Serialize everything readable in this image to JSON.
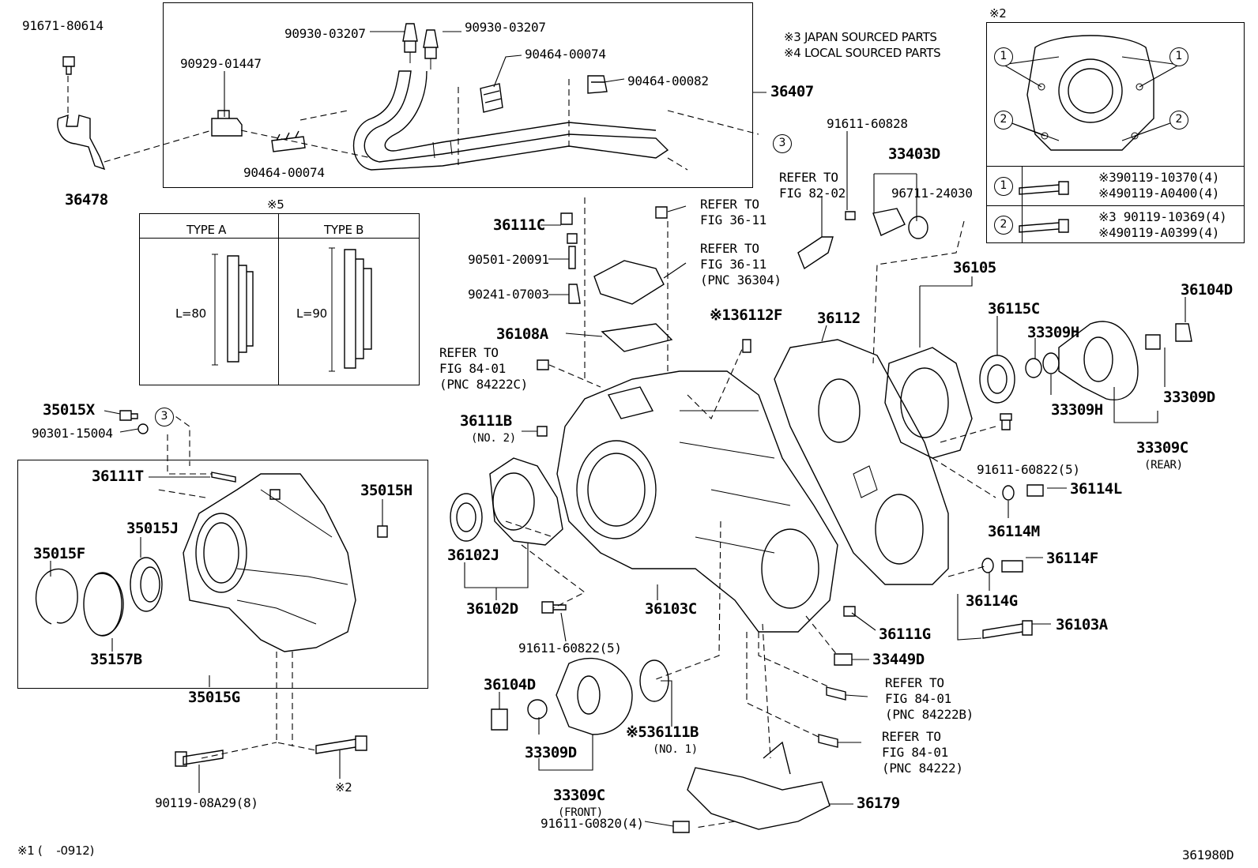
{
  "diagram_id": "361980D",
  "footnote": "※1 (    -0912)",
  "notes": {
    "japan": "※3 JAPAN SOURCED PARTS",
    "local": "※4 LOCAL SOURCED PARTS",
    "type_mark": "※5",
    "inset_mark": "※2"
  },
  "type_table": {
    "type_a": "TYPE A",
    "type_b": "TYPE B",
    "len_a": "L=80",
    "len_b": "L=90"
  },
  "bolt_table": {
    "row1_no": "1",
    "row1_a": "※390119-10370(4)",
    "row1_b": "※490119-A0400(4)",
    "row2_no": "2",
    "row2_a": "※3 90119-10369(4)",
    "row2_b": "※490119-A0399(4)"
  },
  "callouts": {
    "c1": "1",
    "c2": "2",
    "c3": "3"
  },
  "labels": {
    "p91671_80614": "91671-80614",
    "p36478": "36478",
    "p90930_03207a": "90930-03207",
    "p90930_03207b": "90930-03207",
    "p90929_01447": "90929-01447",
    "p90464_00074a": "90464-00074",
    "p90464_00074b": "90464-00074",
    "p90464_00082": "90464-00082",
    "p36407": "36407",
    "p91611_60828": "91611-60828",
    "p33403D": "33403D",
    "p96711_24030": "96711-24030",
    "refer82_1": "REFER TO",
    "refer82_2": "FIG 82-02",
    "p36111C": "36111C",
    "refer3611a_1": "REFER TO",
    "refer3611a_2": "FIG 36-11",
    "refer3611b_1": "REFER TO",
    "refer3611b_2": "FIG 36-11",
    "refer3611b_3": "(PNC 36304)",
    "p90501_20091": "90501-20091",
    "p90241_07003": "90241-07003",
    "p36108A": "36108A",
    "p36112F": "※136112F",
    "p36112": "36112",
    "p36105": "36105",
    "p36115C": "36115C",
    "p36104D_r": "36104D",
    "p33309H_a": "33309H",
    "p33309H_b": "33309H",
    "p33309D_r": "33309D",
    "p33309C_r": "33309C",
    "rear": "(REAR)",
    "refer84c_1": "REFER TO",
    "refer84c_2": "FIG 84-01",
    "refer84c_3": "(PNC 84222C)",
    "p35015X": "35015X",
    "p90301_15004": "90301-15004",
    "p36111B_no2": "36111B",
    "no2": "(NO. 2)",
    "p91611_60822_r": "91611-60822(5)",
    "p36114L": "36114L",
    "p36114M": "36114M",
    "p36111T": "36111T",
    "p35015H": "35015H",
    "p35015J": "35015J",
    "p35015F": "35015F",
    "p35157B": "35157B",
    "p35015G": "35015G",
    "p36102J": "36102J",
    "p36102D": "36102D",
    "p36103C": "36103C",
    "p36114F": "36114F",
    "p36114G": "36114G",
    "p36103A": "36103A",
    "p36111G": "36111G",
    "p91611_60822_l": "91611-60822(5)",
    "p33449D": "33449D",
    "refer84b_1": "REFER TO",
    "refer84b_2": "FIG 84-01",
    "refer84b_3": "(PNC 84222B)",
    "p36104D_f": "36104D",
    "p36111B_no1": "※536111B",
    "no1": "(NO. 1)",
    "p33309D_f": "33309D",
    "p33309C_f": "33309C",
    "front": "(FRONT)",
    "refer84_1": "REFER TO",
    "refer84_2": "FIG 84-01",
    "refer84_3": "(PNC 84222)",
    "p36179": "36179",
    "p91611_G0820": "91611-G0820(4)",
    "p90119_08A29": "90119-08A29(8)",
    "mark2": "※2"
  }
}
